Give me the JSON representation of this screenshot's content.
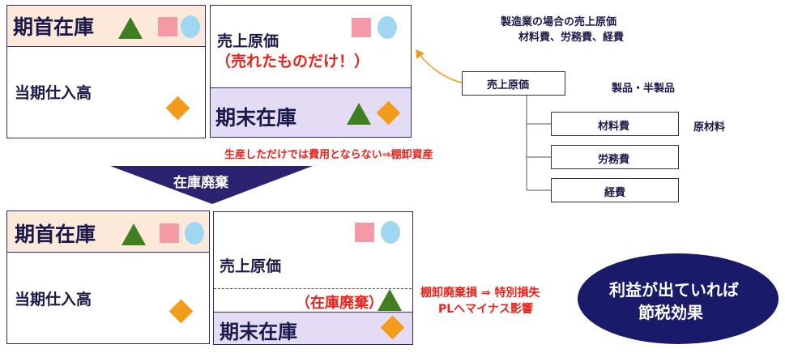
{
  "colors": {
    "beginning_bg": "#fde9d9",
    "ending_bg": "#e4dcf4",
    "text": "#1a1a4a",
    "red": "#e8221a",
    "arrow": "#2b2270",
    "oval": "#1a1a6a",
    "shape_green": "#3f7f1f",
    "shape_pink": "#f49aa6",
    "shape_blue": "#9fd6f0",
    "shape_orange": "#f39b1a"
  },
  "top": {
    "beginning_inventory": "期首在庫",
    "purchases": "当期仕入高",
    "cogs": "売上原価",
    "cogs_note": "（売れたものだけ！）",
    "ending_inventory": "期末在庫"
  },
  "note_asset": "生産しただけでは費用とならない⇒棚卸資産",
  "arrow_label": "在庫廃棄",
  "bottom": {
    "beginning_inventory": "期首在庫",
    "purchases": "当期仕入高",
    "cogs": "売上原価",
    "disposal": "（在庫廃棄）",
    "ending_inventory": "期末在庫"
  },
  "loss_note": {
    "line1": "棚卸廃棄損 ⇒ 特別損失",
    "line2": "PLへマイナス影響"
  },
  "oval": {
    "line1": "利益が出ていれば",
    "line2": "節税効果"
  },
  "manufacturing": {
    "heading_line1": "製造業の場合の売上原価",
    "heading_line2": "材料費、労務費、経費",
    "root": "売上原価",
    "root_note": "製品・半製品",
    "children": [
      "材料費",
      "労務費",
      "経費"
    ],
    "child_note": "原材料"
  },
  "icons": [
    "triangle-icon",
    "square-icon",
    "circle-icon",
    "diamond-icon"
  ]
}
